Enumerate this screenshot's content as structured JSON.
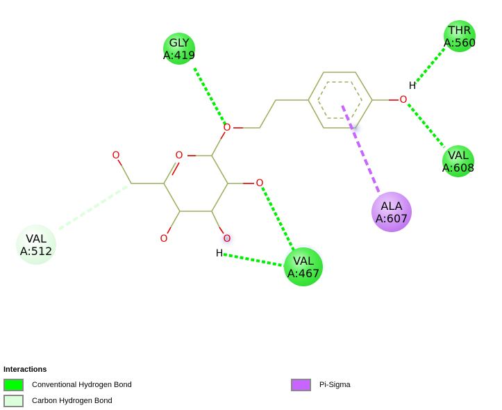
{
  "residues": [
    {
      "id": "gly419",
      "name": "GLY",
      "chain": "A:419",
      "type": "conventional"
    },
    {
      "id": "thr560",
      "name": "THR",
      "chain": "A:560",
      "type": "conventional"
    },
    {
      "id": "val608",
      "name": "VAL",
      "chain": "A:608",
      "type": "conventional"
    },
    {
      "id": "ala607",
      "name": "ALA",
      "chain": "A:607",
      "type": "pisigma"
    },
    {
      "id": "val467",
      "name": "VAL",
      "chain": "A:467",
      "type": "conventional"
    },
    {
      "id": "val512",
      "name": "VAL",
      "chain": "A:512",
      "type": "carbon"
    }
  ],
  "atoms": {
    "O": "O",
    "H": "H"
  },
  "colors": {
    "conventional": "#00ff00",
    "carbon": "#dcffdc",
    "pisigma": "#c864ff",
    "bond": "#9cb060",
    "oxygen": "#e00000"
  },
  "legend": {
    "title": "Interactions",
    "items": [
      {
        "label": "Conventional Hydrogen Bond",
        "color": "#00ff00"
      },
      {
        "label": "Carbon Hydrogen Bond",
        "color": "#dcffdc"
      },
      {
        "label": "Pi-Sigma",
        "color": "#c864ff"
      }
    ]
  }
}
